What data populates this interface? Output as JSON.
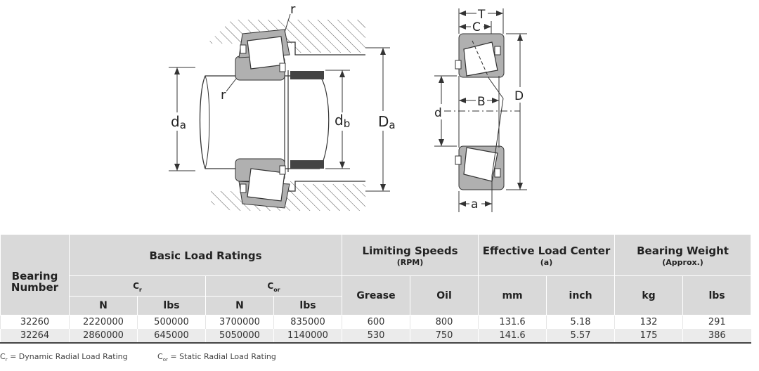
{
  "drawing_left": {
    "labels": {
      "r_top": "r",
      "r_left": "r",
      "da_main": "d",
      "da_sub": "a",
      "db_main": "d",
      "db_sub": "b",
      "Da_main": "D",
      "Da_sub": "a"
    }
  },
  "drawing_right": {
    "labels": {
      "T": "T",
      "C": "C",
      "B": "B",
      "D": "D",
      "d": "d",
      "a": "a"
    }
  },
  "table": {
    "bearing_number": "Bearing Number",
    "basic_load_ratings": "Basic Load Ratings",
    "cr_main": "C",
    "cr_sub": "r",
    "cor_main": "C",
    "cor_sub": "or",
    "limiting_speeds": "Limiting Speeds",
    "limiting_speeds_sub": "(RPM)",
    "effective_load_center": "Effective Load Center",
    "effective_load_center_sub": "(a)",
    "bearing_weight": "Bearing Weight",
    "bearing_weight_sub": "(Approx.)",
    "units": {
      "n1": "N",
      "lbs1": "lbs",
      "n2": "N",
      "lbs2": "lbs",
      "grease": "Grease",
      "oil": "Oil",
      "mm": "mm",
      "inch": "inch",
      "kg": "kg",
      "lbs3": "lbs"
    },
    "rows": [
      {
        "number": "32260",
        "cr_n": "2220000",
        "cr_lbs": "500000",
        "cor_n": "3700000",
        "cor_lbs": "835000",
        "grease": "600",
        "oil": "800",
        "mm": "131.6",
        "inch": "5.18",
        "kg": "132",
        "lbs": "291"
      },
      {
        "number": "32264",
        "cr_n": "2860000",
        "cr_lbs": "645000",
        "cor_n": "5050000",
        "cor_lbs": "1140000",
        "grease": "530",
        "oil": "750",
        "mm": "141.6",
        "inch": "5.57",
        "kg": "175",
        "lbs": "386"
      }
    ]
  },
  "notes": {
    "cr_main": "C",
    "cr_sub": "r",
    "cr_text": " = Dynamic Radial Load Rating",
    "cor_main": "C",
    "cor_sub": "or",
    "cor_text": " = Static Radial Load Rating"
  }
}
